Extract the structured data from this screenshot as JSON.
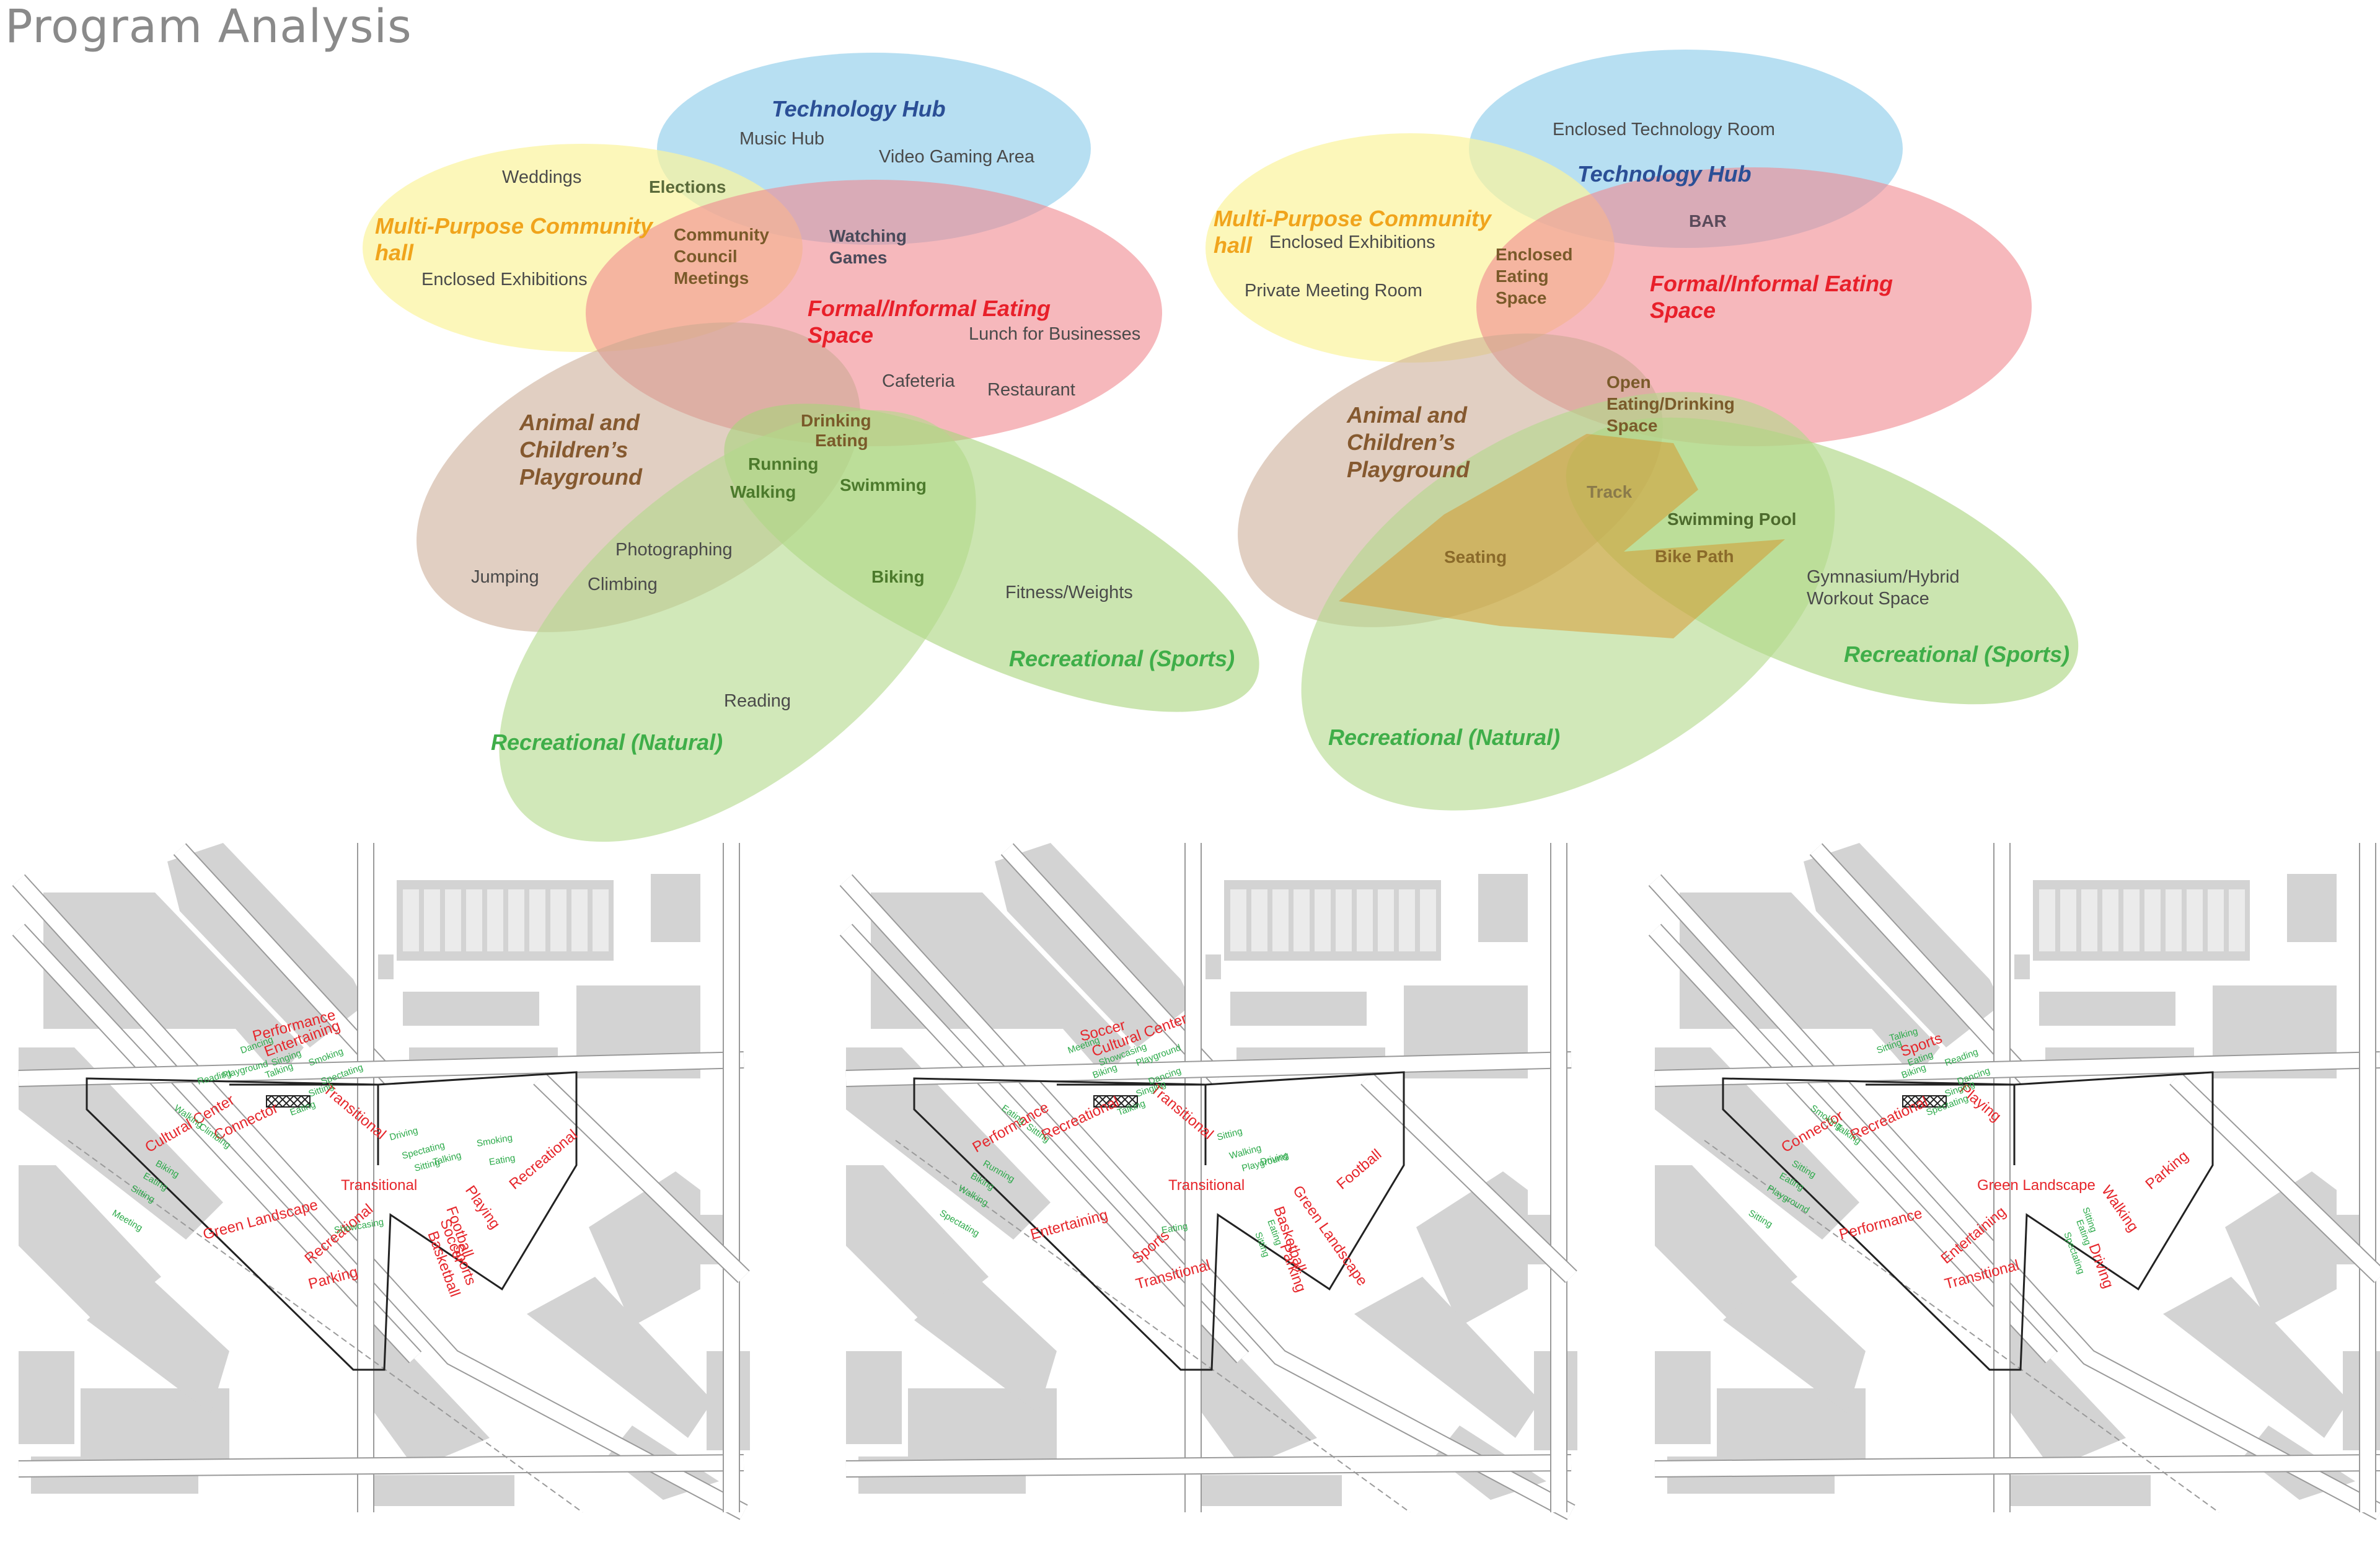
{
  "title": "Program Analysis",
  "colors": {
    "tech": "#9fd4ee",
    "tech_text": "#2b4f96",
    "community": "#fbf39c",
    "community_text": "#f0a41c",
    "eating": "#f3a0a6",
    "eating_text": "#e8202a",
    "animal": "#d9c0b1",
    "animal_text": "#85592f",
    "natural": "#c7e39a",
    "natural_text": "#3fae49",
    "sports": "#c2df97",
    "map_red": "#e6262b",
    "map_green": "#2caa4a",
    "building": "#d3d3d3"
  },
  "diagram_left": {
    "categories": {
      "tech": "Technology Hub",
      "community_1": "Multi-Purpose Community",
      "community_2": "hall",
      "eating_1": "Formal/Informal Eating",
      "eating_2": "Space",
      "animal_1": "Animal and",
      "animal_2": "Children’s",
      "animal_3": "Playground",
      "sports": "Recreational (Sports)",
      "natural": "Recreational (Natural)"
    },
    "items": {
      "music_hub": "Music Hub",
      "video_gaming": "Video Gaming Area",
      "weddings": "Weddings",
      "elections": "Elections",
      "enclosed_exhibitions": "Enclosed Exhibitions",
      "community_council_1": "Community",
      "community_council_2": "Council",
      "community_council_3": "Meetings",
      "watching_games_1": "Watching",
      "watching_games_2": "Games",
      "lunch_businesses": "Lunch for Businesses",
      "cafeteria": "Cafeteria",
      "restaurant": "Restaurant",
      "drinking": "Drinking",
      "eating": "Eating",
      "running": "Running",
      "walking": "Walking",
      "swimming": "Swimming",
      "photographing": "Photographing",
      "jumping": "Jumping",
      "climbing": "Climbing",
      "biking": "Biking",
      "fitness": "Fitness/Weights",
      "reading": "Reading"
    }
  },
  "diagram_right": {
    "categories": {
      "tech": "Technology Hub",
      "community_1": "Multi-Purpose Community",
      "community_2": "hall",
      "eating_1": "Formal/Informal Eating",
      "eating_2": "Space",
      "animal_1": "Animal and",
      "animal_2": "Children’s",
      "animal_3": "Playground",
      "sports": "Recreational (Sports)",
      "natural": "Recreational (Natural)"
    },
    "items": {
      "enclosed_tech_room": "Enclosed Technology Room",
      "bar": "BAR",
      "enclosed_exhibitions": "Enclosed Exhibitions",
      "private_meeting": "Private Meeting Room",
      "enclosed_eating_1": "Enclosed",
      "enclosed_eating_2": "Eating",
      "enclosed_eating_3": "Space",
      "open_eating_1": "Open",
      "open_eating_2": "Eating/Drinking",
      "open_eating_3": "Space",
      "track": "Track",
      "swimming_pool": "Swimming Pool",
      "seating": "Seating",
      "bike_path": "Bike Path",
      "gym_1": "Gymnasium/Hybrid",
      "gym_2": "Workout Space"
    }
  },
  "maps": [
    {
      "labels": [
        {
          "t": "Entertaining",
          "c": "red"
        },
        {
          "t": "Transitional",
          "c": "red"
        },
        {
          "t": "Connector",
          "c": "red"
        },
        {
          "t": "Cultural Center",
          "c": "red"
        },
        {
          "t": "Green Landscape",
          "c": "red"
        },
        {
          "t": "Recreational",
          "c": "red"
        },
        {
          "t": "Parking",
          "c": "red"
        },
        {
          "t": "Transitional",
          "c": "red"
        },
        {
          "t": "Playing",
          "c": "red"
        },
        {
          "t": "Sports",
          "c": "red"
        },
        {
          "t": "Recreational",
          "c": "red"
        },
        {
          "t": "Performance",
          "c": "red"
        },
        {
          "t": "Football",
          "c": "red"
        },
        {
          "t": "Soccer",
          "c": "red"
        },
        {
          "t": "Basketball",
          "c": "red"
        },
        {
          "t": "Dancing",
          "c": "green"
        },
        {
          "t": "Singing",
          "c": "green"
        },
        {
          "t": "Talking",
          "c": "green"
        },
        {
          "t": "Smoking",
          "c": "green"
        },
        {
          "t": "Spectating",
          "c": "green"
        },
        {
          "t": "Sitting",
          "c": "green"
        },
        {
          "t": "Eating",
          "c": "green"
        },
        {
          "t": "Climbing",
          "c": "green"
        },
        {
          "t": "Walking",
          "c": "green"
        },
        {
          "t": "Biking",
          "c": "green"
        },
        {
          "t": "Eating",
          "c": "green"
        },
        {
          "t": "Sitting",
          "c": "green"
        },
        {
          "t": "Meeting",
          "c": "green"
        },
        {
          "t": "Showcasing",
          "c": "green"
        },
        {
          "t": "Driving",
          "c": "green"
        },
        {
          "t": "Spectating",
          "c": "green"
        },
        {
          "t": "Sitting",
          "c": "green"
        },
        {
          "t": "Talking",
          "c": "green"
        },
        {
          "t": "Smoking",
          "c": "green"
        },
        {
          "t": "Eating",
          "c": "green"
        },
        {
          "t": "Reading",
          "c": "green"
        },
        {
          "t": "Playground",
          "c": "green"
        }
      ]
    },
    {
      "labels": [
        {
          "t": "Cultural Center",
          "c": "red"
        },
        {
          "t": "Transitional",
          "c": "red"
        },
        {
          "t": "Recreational",
          "c": "red"
        },
        {
          "t": "Performance",
          "c": "red"
        },
        {
          "t": "Entertaining",
          "c": "red"
        },
        {
          "t": "Sports",
          "c": "red"
        },
        {
          "t": "Transitional",
          "c": "red"
        },
        {
          "t": "Transitional",
          "c": "red"
        },
        {
          "t": "Green Landscape",
          "c": "red"
        },
        {
          "t": "Parking",
          "c": "red"
        },
        {
          "t": "Football",
          "c": "red"
        },
        {
          "t": "Soccer",
          "c": "red"
        },
        {
          "t": "Basketball",
          "c": "red"
        },
        {
          "t": "Eating",
          "c": "green"
        },
        {
          "t": "Sitting",
          "c": "green"
        },
        {
          "t": "Meeting",
          "c": "green"
        },
        {
          "t": "Showcasing",
          "c": "green"
        },
        {
          "t": "Biking",
          "c": "green"
        },
        {
          "t": "Playground",
          "c": "green"
        },
        {
          "t": "Dancing",
          "c": "green"
        },
        {
          "t": "Singing",
          "c": "green"
        },
        {
          "t": "Talking",
          "c": "green"
        },
        {
          "t": "Sitting",
          "c": "green"
        },
        {
          "t": "Eating",
          "c": "green"
        },
        {
          "t": "Running",
          "c": "green"
        },
        {
          "t": "Biking",
          "c": "green"
        },
        {
          "t": "Walking",
          "c": "green"
        },
        {
          "t": "Spectating",
          "c": "green"
        },
        {
          "t": "Eating",
          "c": "green"
        },
        {
          "t": "Sitting",
          "c": "green"
        },
        {
          "t": "Walking",
          "c": "green"
        },
        {
          "t": "Playground",
          "c": "green"
        },
        {
          "t": "Driving",
          "c": "green"
        }
      ]
    },
    {
      "labels": [
        {
          "t": "Sports",
          "c": "red"
        },
        {
          "t": "Playing",
          "c": "red"
        },
        {
          "t": "Recreational",
          "c": "red"
        },
        {
          "t": "Connector",
          "c": "red"
        },
        {
          "t": "Performance",
          "c": "red"
        },
        {
          "t": "Entertaining",
          "c": "red"
        },
        {
          "t": "Transitional",
          "c": "red"
        },
        {
          "t": "Green Landscape",
          "c": "red"
        },
        {
          "t": "Walking",
          "c": "red"
        },
        {
          "t": "Driving",
          "c": "red"
        },
        {
          "t": "Parking",
          "c": "red"
        },
        {
          "t": "Talking",
          "c": "green"
        },
        {
          "t": "Sitting",
          "c": "green"
        },
        {
          "t": "Eating",
          "c": "green"
        },
        {
          "t": "Spectating",
          "c": "green"
        },
        {
          "t": "Sitting",
          "c": "green"
        },
        {
          "t": "Eating",
          "c": "green"
        },
        {
          "t": "Biking",
          "c": "green"
        },
        {
          "t": "Reading",
          "c": "green"
        },
        {
          "t": "Dancing",
          "c": "green"
        },
        {
          "t": "Singing",
          "c": "green"
        },
        {
          "t": "Spectating",
          "c": "green"
        },
        {
          "t": "Talking",
          "c": "green"
        },
        {
          "t": "Smoking",
          "c": "green"
        },
        {
          "t": "Sitting",
          "c": "green"
        },
        {
          "t": "Eating",
          "c": "green"
        },
        {
          "t": "Playground",
          "c": "green"
        },
        {
          "t": "Sitting",
          "c": "green"
        }
      ]
    }
  ]
}
